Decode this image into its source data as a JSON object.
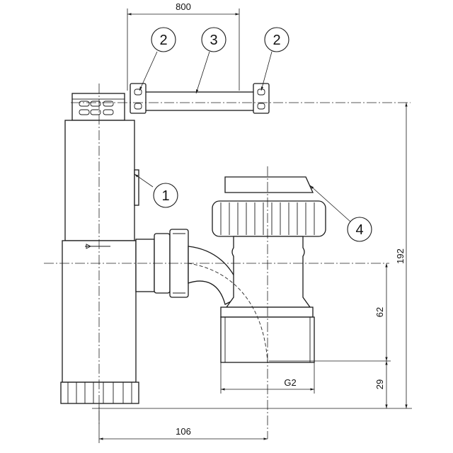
{
  "dimensions": {
    "top_width": "800",
    "bottom_offset": "106",
    "total_height": "192",
    "outlet_height": "62",
    "base_height": "29",
    "thread": "G2"
  },
  "balloons": {
    "part1": "1",
    "part2a": "2",
    "part3": "3",
    "part2b": "2",
    "part4": "4"
  },
  "colors": {
    "line": "#1a1a1a",
    "background": "#ffffff"
  }
}
